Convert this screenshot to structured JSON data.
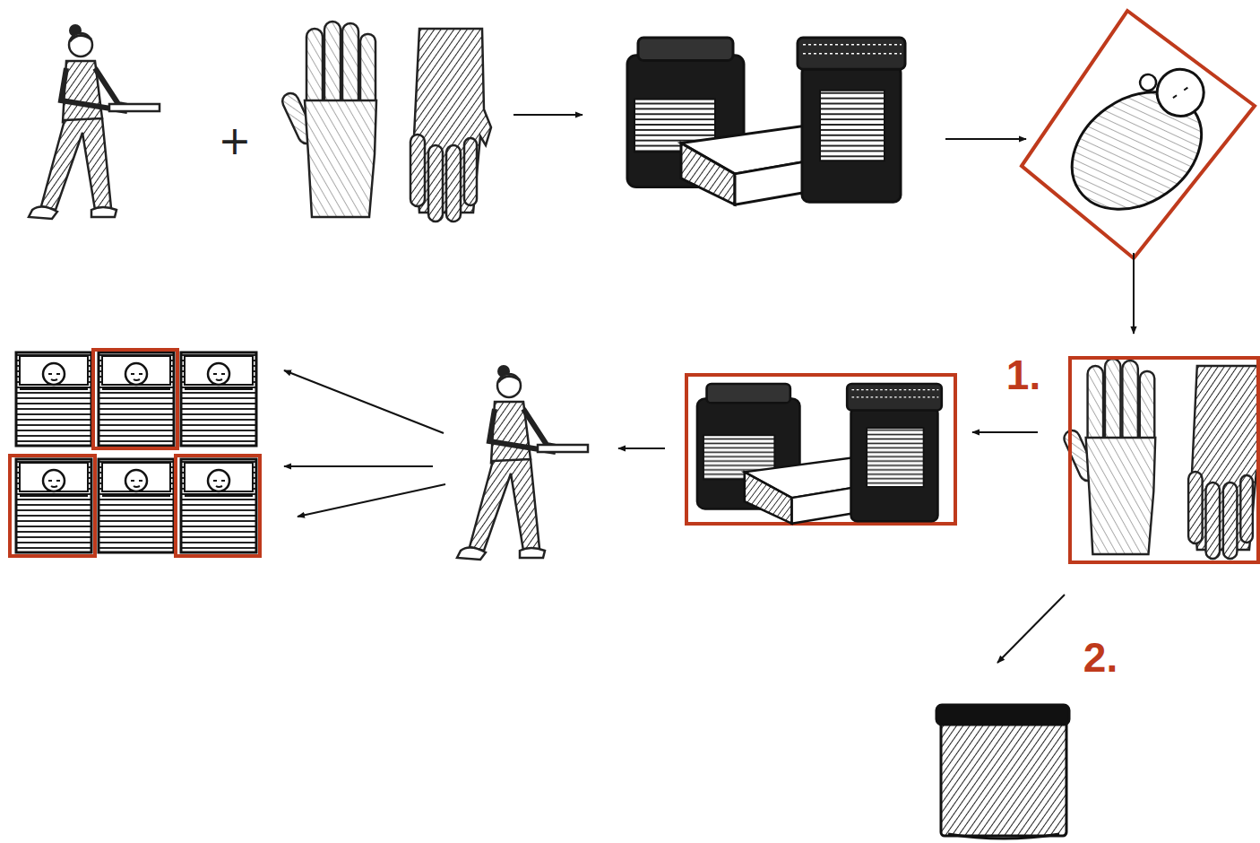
{
  "diagram": {
    "labels": [
      "+",
      "1.",
      "2."
    ]
  }
}
